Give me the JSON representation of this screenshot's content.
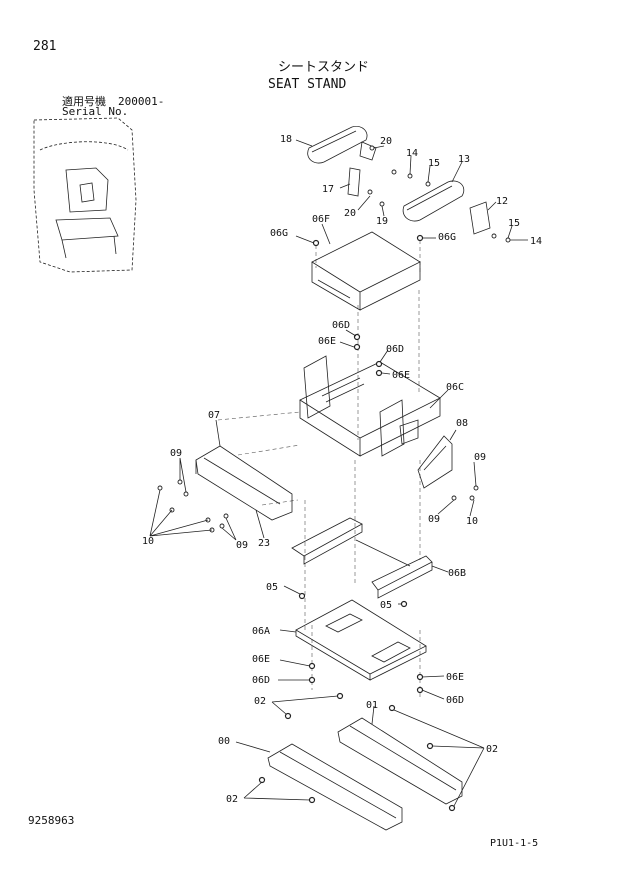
{
  "header": {
    "page_number": "281",
    "title_jp": "シートスタンド",
    "title_en": "SEAT STAND",
    "serial_label_jp": "適用号機",
    "serial_range": "200001-",
    "serial_label_en": "Serial No."
  },
  "footer": {
    "drawing_number": "9258963",
    "ref_code": "P1U1-1-5"
  },
  "parts": {
    "p18": "18",
    "p20a": "20",
    "p14a": "14",
    "p15a": "15",
    "p13": "13",
    "p17": "17",
    "p20b": "20",
    "p19": "19",
    "p12": "12",
    "p15b": "15",
    "p14b": "14",
    "p06G_a": "06G",
    "p06F": "06F",
    "p06G_b": "06G",
    "p06D_a": "06D",
    "p06E_a": "06E",
    "p06D_b": "06D",
    "p06E_b": "06E",
    "p06C": "06C",
    "p07": "07",
    "p08": "08",
    "p09_a": "09",
    "p09_b": "09",
    "p09_c": "09",
    "p09_d": "09",
    "p10_a": "10",
    "p10_b": "10",
    "p23": "23",
    "p06B": "06B",
    "p05_a": "05",
    "p05_b": "05",
    "p06A": "06A",
    "p06E_c": "06E",
    "p06D_c": "06D",
    "p06E_d": "06E",
    "p06D_d": "06D",
    "p02_a": "02",
    "p01": "01",
    "p00": "00",
    "p02_b": "02",
    "p02_c": "02"
  }
}
